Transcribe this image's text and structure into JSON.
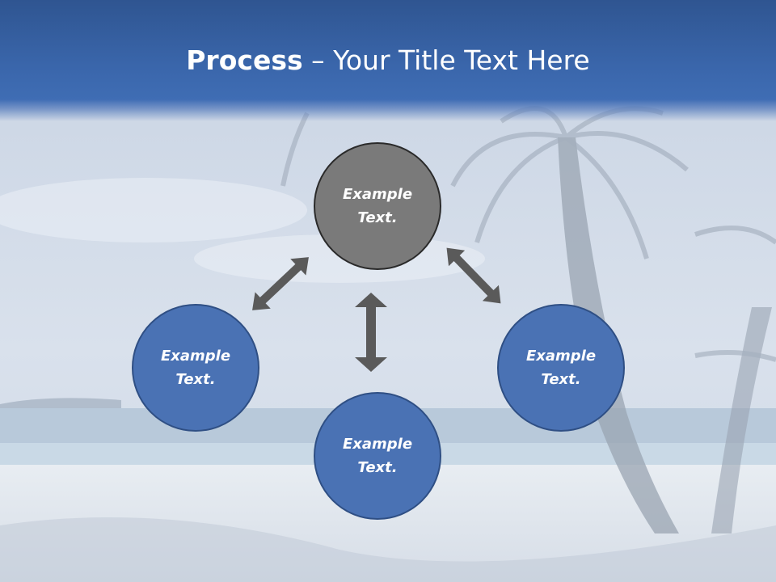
{
  "title": {
    "bold": "Process",
    "rest": " – Your Title Text Here"
  },
  "nodes": {
    "top": "Example Text.",
    "left": "Example Text.",
    "right": "Example Text.",
    "bottom": "Example Text."
  },
  "colors": {
    "header": "#3a66ab",
    "node_blue": "#4a72b4",
    "node_gray": "#7a7a7a",
    "arrow": "#5a5a5a"
  }
}
